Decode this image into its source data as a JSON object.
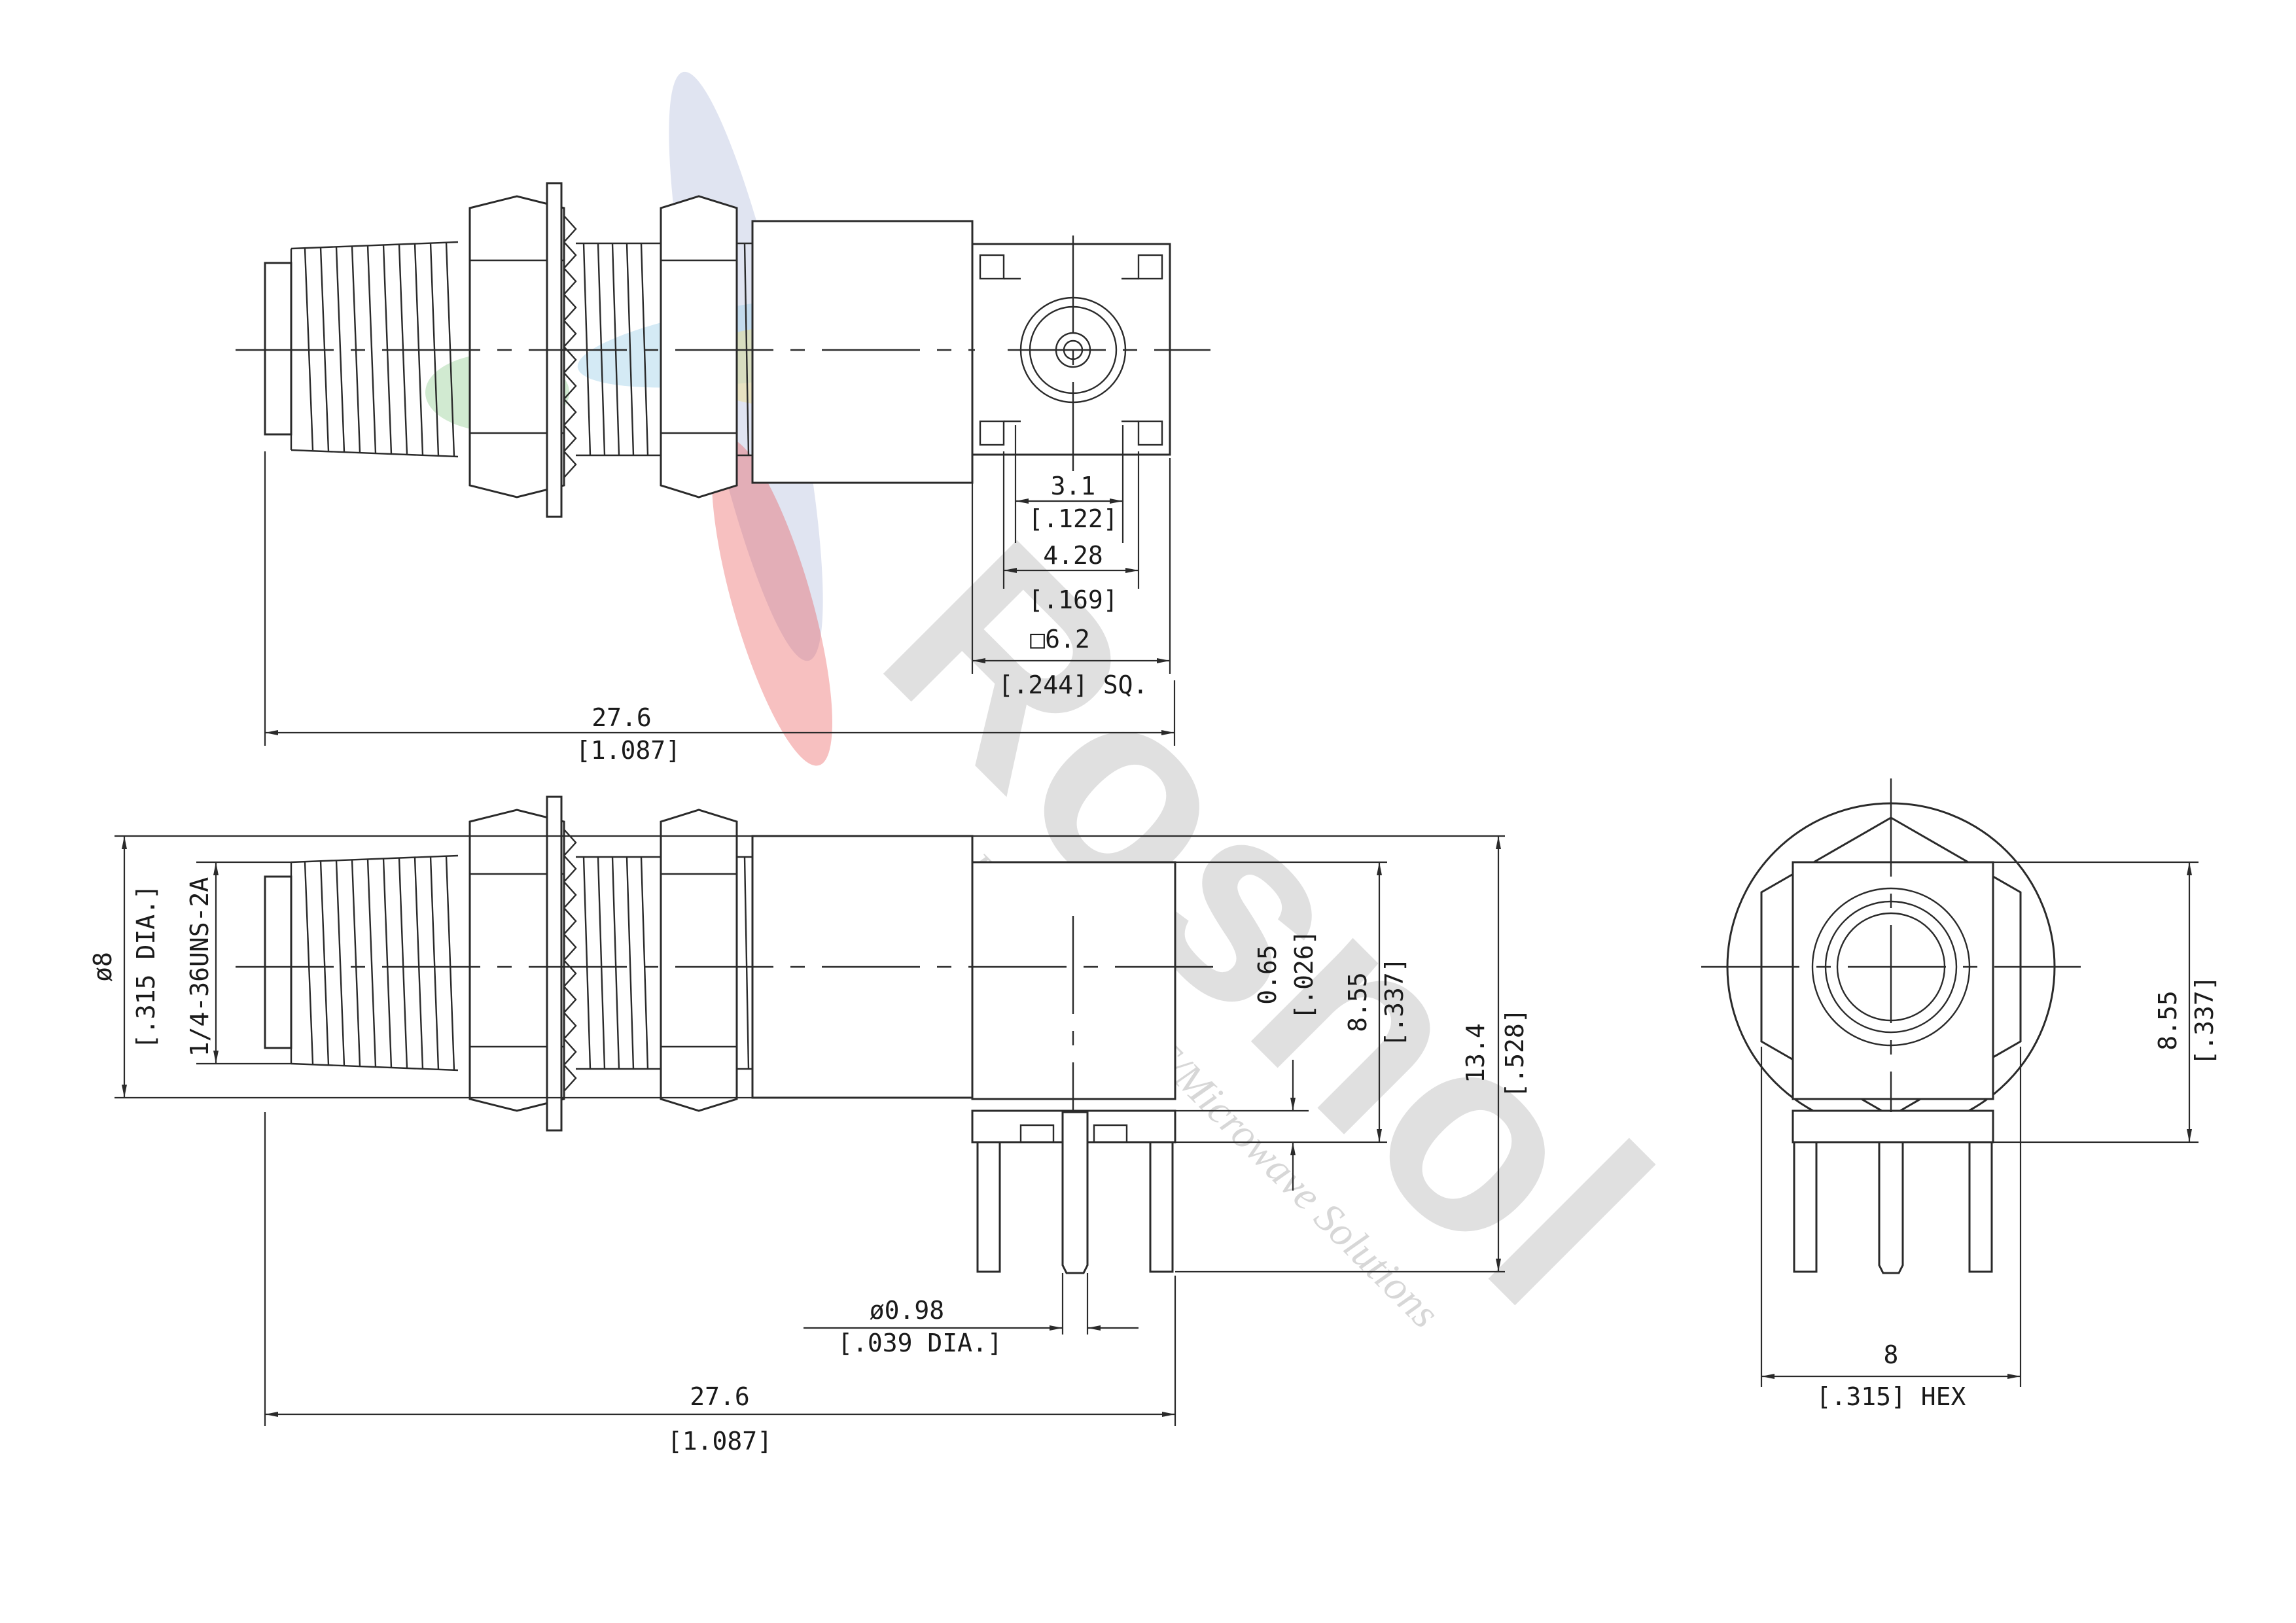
{
  "watermark": {
    "brand": "Rosnol",
    "tagline": "Excellence in RF/Microwave Solutions",
    "logo_colors": [
      "#c7cde6",
      "#9fd1e8",
      "#f2e08a",
      "#e84a4a",
      "#7cc47a"
    ]
  },
  "top_view": {
    "dims": {
      "pin_spacing": {
        "mm": "3.1",
        "inch": "[.122]"
      },
      "pad_spacing": {
        "mm": "4.28",
        "inch": "[.169]"
      },
      "square": {
        "mm": "□6.2",
        "inch": "[.244] SQ."
      },
      "overall_length": {
        "mm": "27.6",
        "inch": "[1.087]"
      }
    }
  },
  "side_view": {
    "dims": {
      "body_dia": {
        "mm": "ø8",
        "inch": "[.315 DIA.]"
      },
      "thread": "1/4-36UNS-2A",
      "offset": {
        "mm": "0.65",
        "inch": "[.026]"
      },
      "height_855": {
        "mm": "8.55",
        "inch": "[.337]"
      },
      "total_height": {
        "mm": "13.4",
        "inch": "[.528]"
      },
      "pin_dia": {
        "mm": "ø0.98",
        "inch": "[.039 DIA.]"
      },
      "overall_length": {
        "mm": "27.6",
        "inch": "[1.087]"
      }
    }
  },
  "end_view": {
    "dims": {
      "height": {
        "mm": "8.55",
        "inch": "[.337]"
      },
      "hex": {
        "mm": "8",
        "inch": "[.315] HEX"
      }
    }
  }
}
